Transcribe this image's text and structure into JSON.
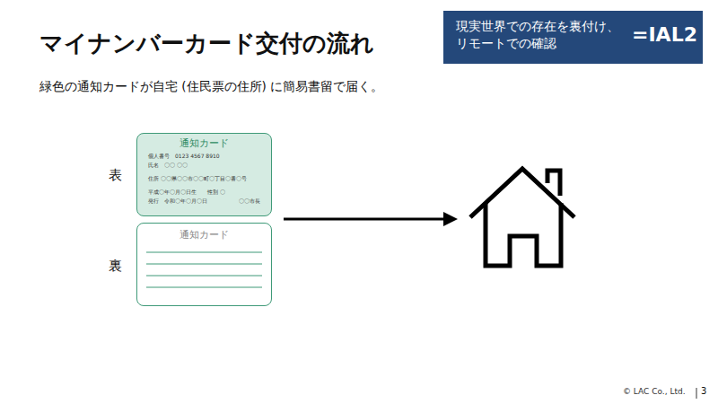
{
  "diagram": {
    "title": "マイナンバーカード交付の流れ",
    "nodes": [
      {
        "text": [
          "現実世界での存在を裏付け、リモートでの確認",
          "=IAL2"
        ]
      },
      {
        "text": [
          "通知カード",
          "個人番号　0123 4567 8910",
          "氏名　〇〇 〇〇",
          "住所 〇〇県〇〇市〇〇町〇丁目〇番〇号",
          "平成〇年〇月〇日生　　性別 〇",
          "発行　令和〇年〇月〇日",
          "〇〇市長"
        ]
      },
      {
        "text": [
          "通知カード"
        ]
      }
    ],
    "labels": [
      "緑色の通知カードが自宅 (住民票の住所) に簡易書留で届く。",
      "表",
      "裏",
      "© LAC Co., Ltd.",
      "3"
    ]
  }
}
